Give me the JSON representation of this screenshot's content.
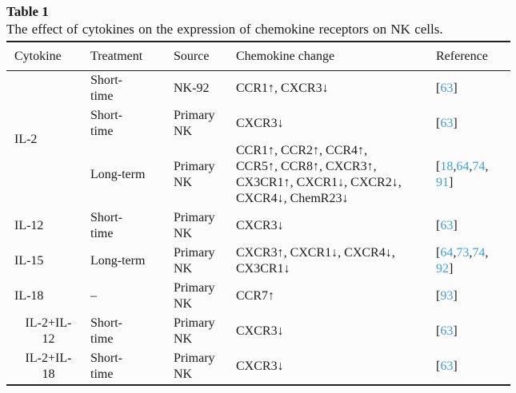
{
  "table": {
    "label": "Table 1",
    "caption": "The effect of cytokines on the expression of chemokine receptors on NK cells.",
    "columns": [
      "Cytokine",
      "Treatment",
      "Source",
      "Chemokine change",
      "Reference"
    ],
    "link_color": "#3f9fd8",
    "rows": [
      {
        "cytokine": "IL-2",
        "rowspan": 3,
        "treatment": "Short-\ntime",
        "source": "NK-92",
        "change": "CCR1↑, CXCR3↓",
        "refs": "[63]"
      },
      {
        "treatment": "Short-\ntime",
        "source": "Primary\nNK",
        "change": "CXCR3↓",
        "refs": "[63]"
      },
      {
        "treatment": "Long-term",
        "source": "Primary\nNK",
        "change": "CCR1↑, CCR2↑, CCR4↑,\nCCR5↑, CCR8↑, CXCR3↑,\nCX3CR1↑, CXCR1↓, CXCR2↓,\nCXCR4↓, ChemR23↓",
        "refs": "[18,64,74,\n91]"
      },
      {
        "cytokine": "IL-12",
        "treatment": "Short-\ntime",
        "source": "Primary\nNK",
        "change": "CXCR3↓",
        "refs": "[63]"
      },
      {
        "cytokine": "IL-15",
        "treatment": "Long-term",
        "source": "Primary\nNK",
        "change": "CXCR3↑, CXCR1↓, CXCR4↓,\nCX3CR1↓",
        "refs": "[64,73,74,\n92]"
      },
      {
        "cytokine": "IL-18",
        "treatment": "–",
        "source": "Primary\nNK",
        "change": "CCR7↑",
        "refs": "[93]"
      },
      {
        "cytokine": "IL-2+IL-\n12",
        "treatment": "Short-\ntime",
        "source": "Primary\nNK",
        "change": "CXCR3↓",
        "refs": "[63]"
      },
      {
        "cytokine": "IL-2+IL-\n18",
        "treatment": "Short-\ntime",
        "source": "Primary\nNK",
        "change": "CXCR3↓",
        "refs": "[63]"
      }
    ]
  }
}
